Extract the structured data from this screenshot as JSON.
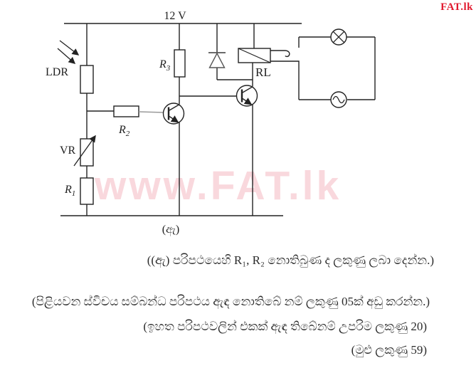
{
  "watermarks": {
    "corner": "FAT.lk",
    "center": "www.FAT.lk",
    "corner_color": "#e1182d",
    "center_color": "#f9d8dd"
  },
  "circuit": {
    "supply_label": "12 V",
    "caption": "(ඇ)",
    "ldr_label": "LDR",
    "vr_label": "VR",
    "r1_label": "R",
    "r1_sub": "1",
    "r2_label": "R",
    "r2_sub": "2",
    "r3_label": "R",
    "r3_sub": "3",
    "relay_label": "RL"
  },
  "notes": {
    "line1": "((ඇ) පරිපථයෙහි R₁, R₂ නොතිබුණ ද ලකුණු ලබා දෙන්න.)",
    "line2": "(පිළියවන ස්විචය සම්බන්ධ පරිපථය ඇඳ නොතිබේ නම් ලකුණු 05ක් අඩු කරන්න.)",
    "line3": "(ඉහත පරිපථවලින් එකක් ඇඳ තිබේනම් උපරිම ලකුණු 20)",
    "line4": "(මුළු ලකුණු 59)"
  }
}
